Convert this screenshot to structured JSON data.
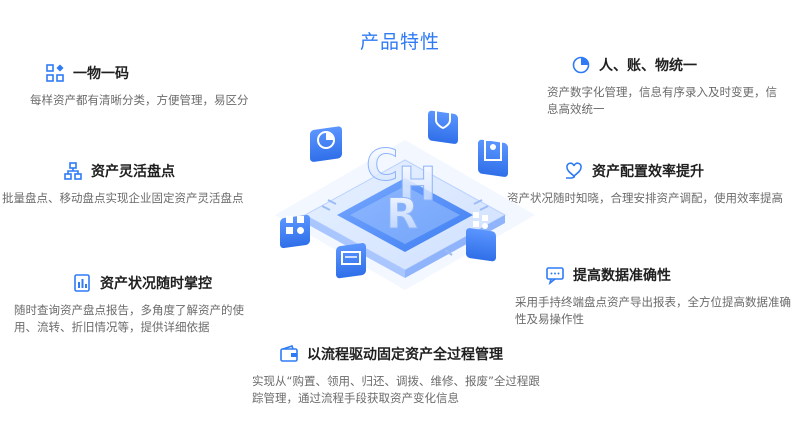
{
  "page": {
    "title": "产品特性"
  },
  "features": [
    {
      "icon": "qr-grid-icon",
      "title": "一物一码",
      "desc": "每样资产都有清晰分类，方便管理，易区分"
    },
    {
      "icon": "hierarchy-icon",
      "title": "资产灵活盘点",
      "desc": "批量盘点、移动盘点实现企业固定资产灵活盘点"
    },
    {
      "icon": "document-chart-icon",
      "title": "资产状况随时掌控",
      "desc": "随时查询资产盘点报告，多角度了解资产的使用、流转、折旧情况等，提供详细依据"
    },
    {
      "icon": "pie-chart-icon",
      "title": "人、账、物统一",
      "desc": "资产数字化管理，信息有序录入及时变更，信息高效统一"
    },
    {
      "icon": "heart-hand-icon",
      "title": "资产配置效率提升",
      "desc": "资产状况随时知晓，合理安排资产调配，使用效率提高"
    },
    {
      "icon": "chat-bubble-icon",
      "title": "提高数据准确性",
      "desc": "采用手持终端盘点资产导出报表，全方位提高数据准确性及易操作性"
    },
    {
      "icon": "wallet-icon",
      "title": "以流程驱动固定资产全过程管理",
      "desc": "实现从“购置、领用、归还、调拨、维修、报废”全过程跟踪管理，通过流程手段获取资产变化信息"
    }
  ],
  "illustration": {
    "letters": [
      "C",
      "H",
      "R"
    ]
  },
  "colors": {
    "accent": "#2f7bf5",
    "title": "#1f1f1f",
    "desc": "#6b6b6b"
  }
}
